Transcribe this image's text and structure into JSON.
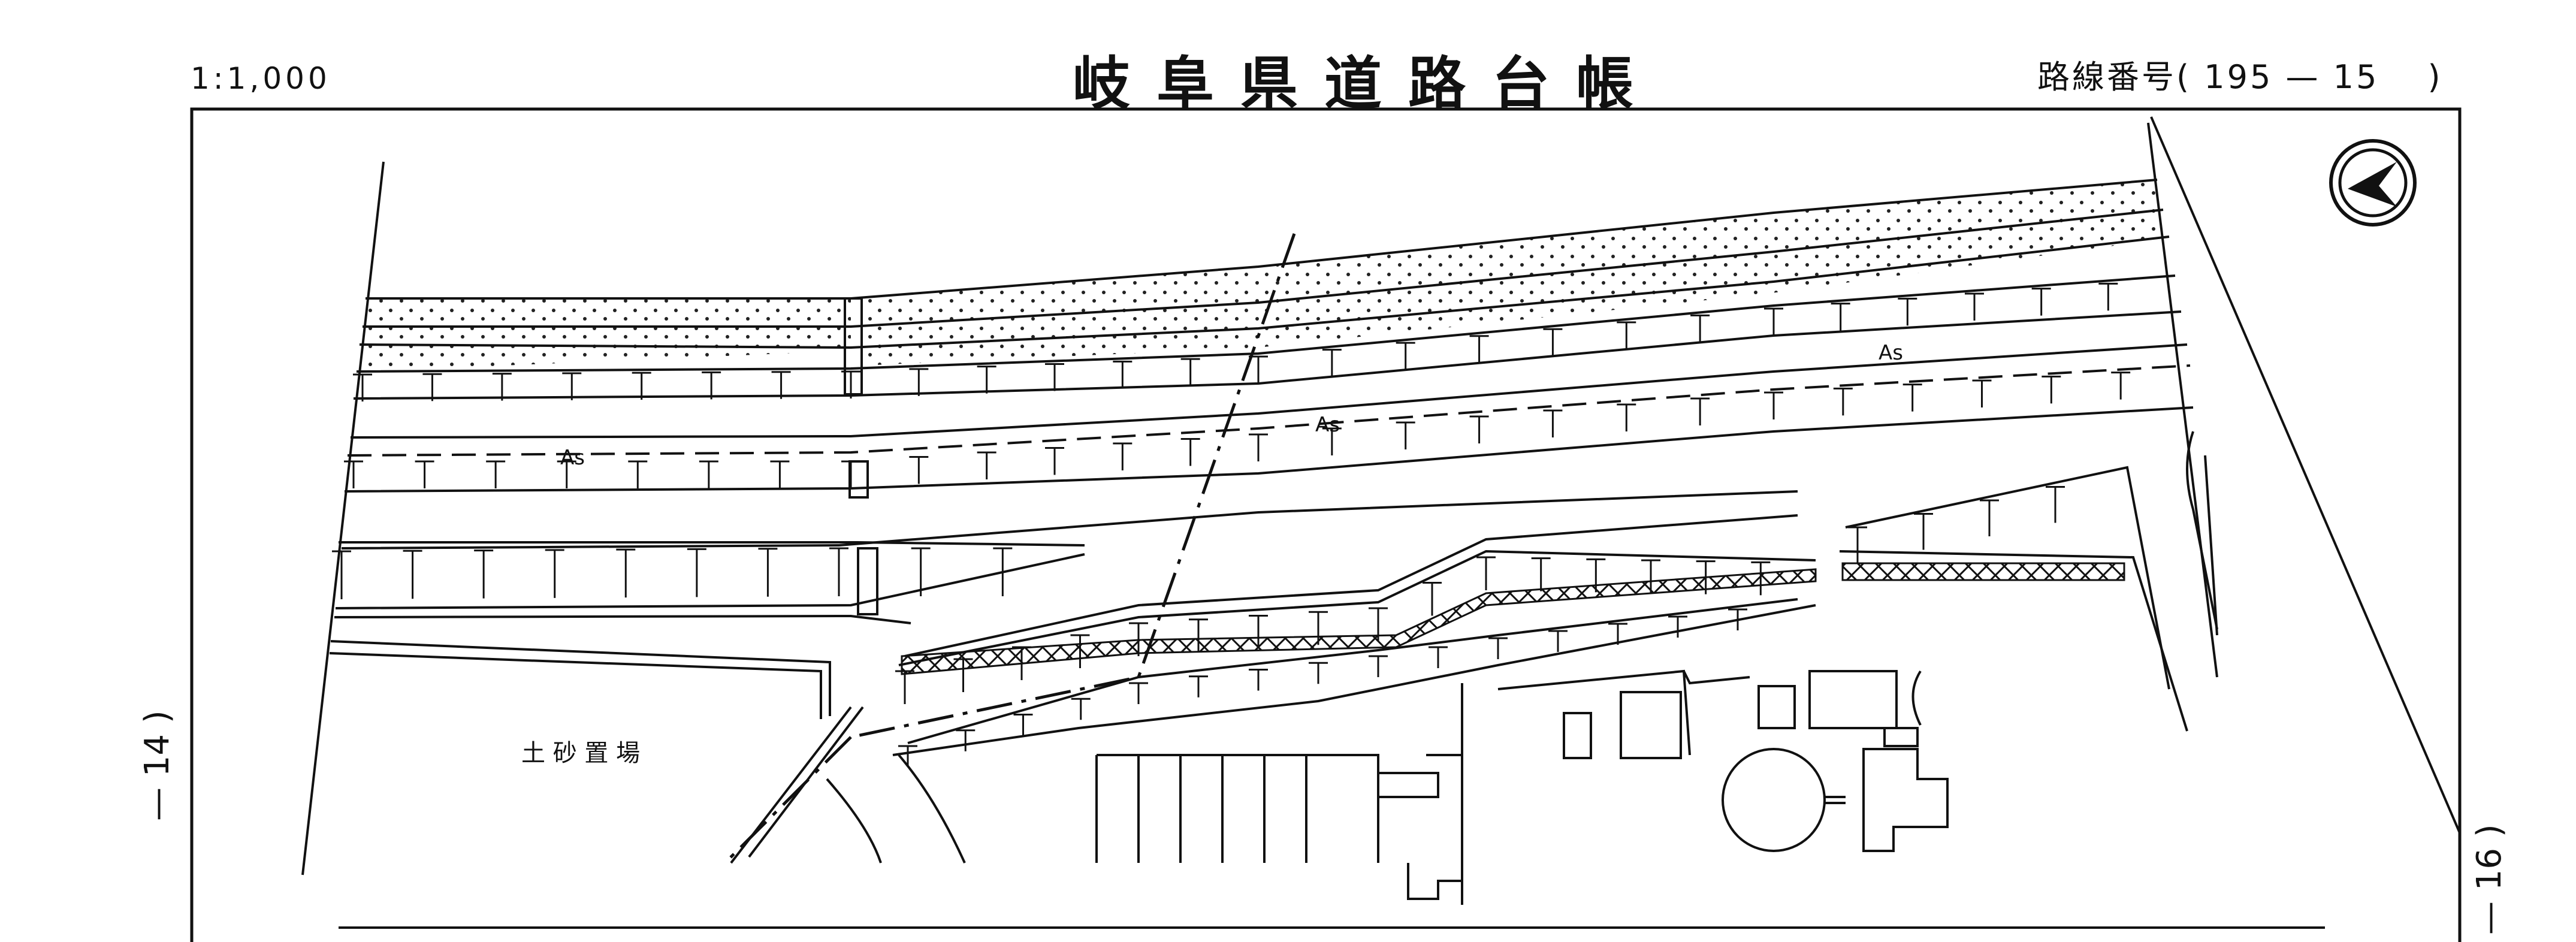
{
  "header": {
    "scale": "1:1,000",
    "title": "岐阜県道路台帳",
    "route_label": "路線番号(",
    "route_number": "195 — 15",
    "route_close": ")"
  },
  "side_labels": {
    "left": "— 14 )",
    "right": "— 16 )"
  },
  "map": {
    "labels": {
      "surface_upper": "As",
      "surface_middle": "As",
      "surface_lower": "As",
      "yard": "土 砂 置 場"
    },
    "north_arrow": "north-arrow-icon"
  }
}
